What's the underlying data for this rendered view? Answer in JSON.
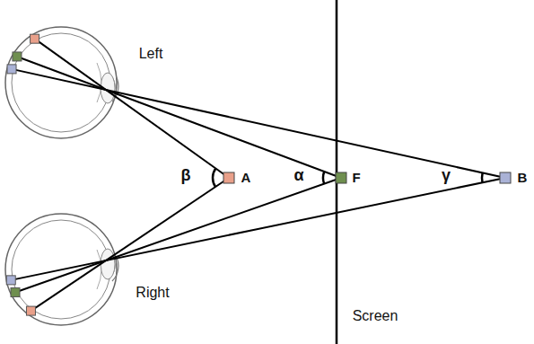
{
  "diagram": {
    "labels": [
      "Left",
      "β",
      "A",
      "α",
      "F",
      "γ",
      "B",
      "Right",
      "Screen"
    ]
  }
}
